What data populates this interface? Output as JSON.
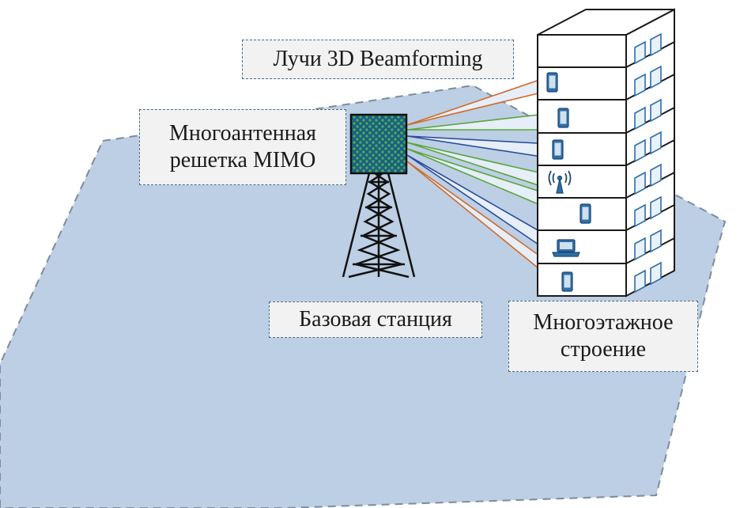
{
  "labels": {
    "beams": "Лучи 3D Beamforming",
    "mimo_line1": "Многоантенная",
    "mimo_line2": "решетка MIMO",
    "base_station": "Базовая станция",
    "building_line1": "Многоэтажное",
    "building_line2": "строение"
  },
  "colors": {
    "cell_fill": "#bccfe4",
    "cell_border": "#7f8c99",
    "antenna_grid_a": "#1f5a86",
    "antenna_grid_b": "#3fae52",
    "beam_fill": "#e6eef8",
    "beam_orange": "#d06b2c",
    "beam_green": "#5aa53c",
    "beam_blue": "#2c4e9a",
    "device_blue": "#2f6ea8",
    "building_stroke": "#1a1a1a"
  },
  "devices": [
    "phone-icon",
    "phone-icon",
    "phone-icon",
    "cell-tower-icon",
    "phone-icon",
    "laptop-icon",
    "phone-icon"
  ]
}
